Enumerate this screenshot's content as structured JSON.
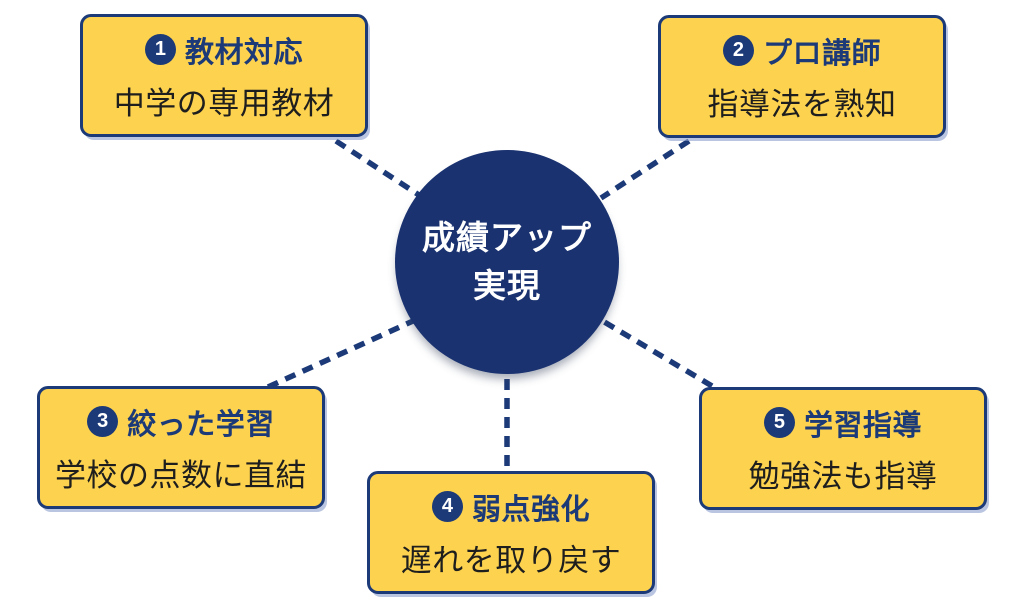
{
  "diagram": {
    "center": {
      "line1": "成績アップ",
      "line2": "実現"
    },
    "cards": [
      {
        "number": "1",
        "title": "教材対応",
        "subtitle": "中学の専用教材"
      },
      {
        "number": "2",
        "title": "プロ講師",
        "subtitle": "指導法を熟知"
      },
      {
        "number": "3",
        "title": "絞った学習",
        "subtitle": "学校の点数に直結"
      },
      {
        "number": "4",
        "title": "弱点強化",
        "subtitle": "遅れを取り戻す"
      },
      {
        "number": "5",
        "title": "学習指導",
        "subtitle": "勉強法も指導"
      }
    ]
  },
  "colors": {
    "navy": "#1c3a78",
    "navy_deep": "#1a3270",
    "yellow": "#fcd24f",
    "subtitle_text": "#1e1e1e",
    "background": "#ffffff"
  }
}
